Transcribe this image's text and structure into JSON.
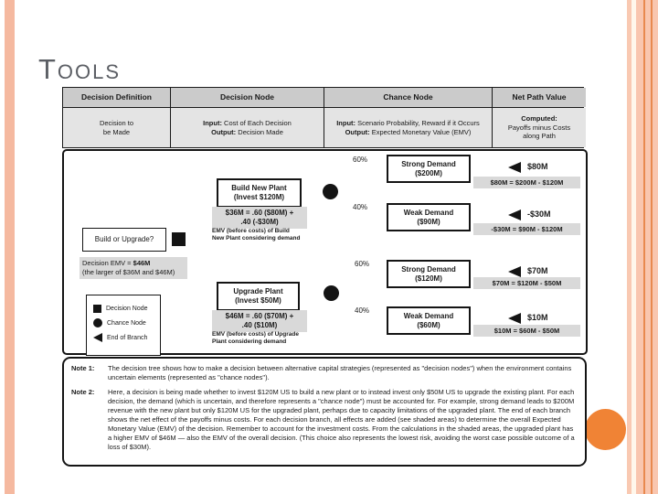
{
  "slide": {
    "title": "Tools"
  },
  "colors": {
    "accent_orange": "#F08335",
    "stripe_peach": "#F5B9A0",
    "stripe_cream": "#FFF7EB",
    "stripe_dark": "#E8894F",
    "shaded_gray": "#D9D9D9",
    "table_header_gray": "#CBCBCB",
    "table_body_gray": "#E4E4E4"
  },
  "table": {
    "columns": [
      {
        "header": "Decision Definition",
        "row1_b": "",
        "row1_t": "Decision to\nbe Made",
        "row2_b": "",
        "row2_t": ""
      },
      {
        "header": "Decision Node",
        "row1_b": "Input:",
        "row1_t": " Cost of Each Decision",
        "row2_b": "Output:",
        "row2_t": " Decision Made"
      },
      {
        "header": "Chance Node",
        "row1_b": "Input:",
        "row1_t": " Scenario Probability, Reward if it Occurs",
        "row2_b": "Output:",
        "row2_t": " Expected Monetary Value (EMV)"
      },
      {
        "header": "Net Path Value",
        "row1_b": "Computed:",
        "row1_t": "\nPayoffs minus Costs\nalong Path",
        "row2_b": "",
        "row2_t": ""
      }
    ]
  },
  "tree": {
    "decision_question": "Build or Upgrade?",
    "decision_emv_prefix": "Decision EMV = ",
    "decision_emv_value": "$46M",
    "decision_emv_note": "(the larger of $36M and $46M)",
    "legend": {
      "decision": "Decision Node",
      "chance": "Chance Node",
      "end": "End of Branch"
    },
    "build": {
      "label": "Build New Plant\n(Invest $120M)",
      "formula": "$36M = .60 ($80M) +\n.40 (-$30M)",
      "caption": "EMV (before costs) of Build\nNew Plant considering demand",
      "branches": [
        {
          "prob": "60%",
          "label": "Strong Demand\n($200M)",
          "value": "$80M",
          "calc": "$80M = $200M - $120M"
        },
        {
          "prob": "40%",
          "label": "Weak Demand\n($90M)",
          "value": "-$30M",
          "calc": "-$30M = $90M - $120M"
        }
      ]
    },
    "upgrade": {
      "label": "Upgrade Plant\n(Invest $50M)",
      "formula": "$46M = .60 ($70M) +\n.40 ($10M)",
      "caption": "EMV (before costs) of Upgrade\nPlant considering demand",
      "branches": [
        {
          "prob": "60%",
          "label": "Strong Demand\n($120M)",
          "value": "$70M",
          "calc": "$70M = $120M - $50M"
        },
        {
          "prob": "40%",
          "label": "Weak Demand\n($60M)",
          "value": "$10M",
          "calc": "$10M = $60M - $50M"
        }
      ]
    }
  },
  "notes": {
    "note1_label": "Note 1:",
    "note1_text": "The decision tree shows how to make a decision between alternative capital strategies (represented as \"decision nodes\") when the environment contains uncertain elements (represented as \"chance nodes\").",
    "note2_label": "Note 2:",
    "note2_text": "Here, a decision is being made whether to invest $120M US to build a new plant or to instead invest only $50M US to upgrade the existing plant. For each decision, the demand (which is uncertain, and therefore represents a \"chance node\") must be accounted for. For example, strong demand leads to $200M revenue with the new plant but only $120M US for the upgraded plant, perhaps due to capacity limitations of the upgraded plant. The end of each branch shows the net effect of the payoffs minus costs. For each decision branch, all effects are added (see shaded areas) to determine the overall Expected Monetary Value (EMV) of the decision. Remember to account for the investment costs. From the calculations in the shaded areas, the upgraded plant has a higher EMV of $46M — also the EMV of the overall decision. (This choice also represents the lowest risk, avoiding the worst case possible outcome of a loss of $30M)."
  }
}
